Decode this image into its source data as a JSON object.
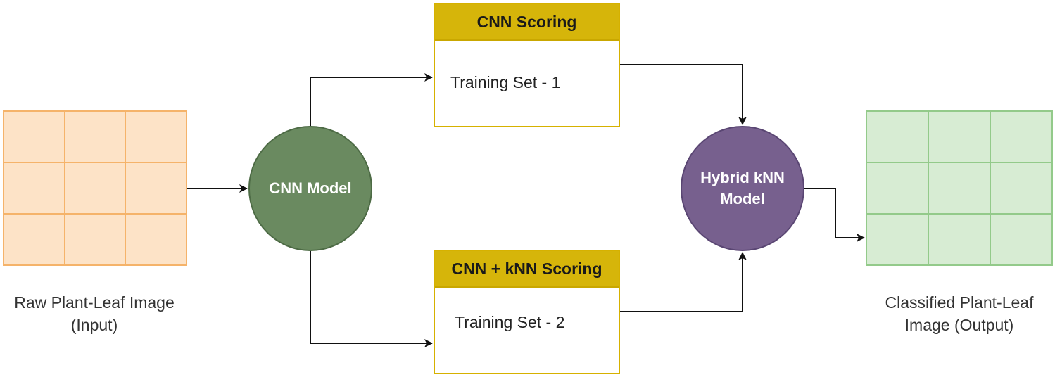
{
  "input": {
    "caption_line1": "Raw Plant-Leaf Image",
    "caption_line2": "(Input)",
    "color_fill": "#fde3c7",
    "color_border": "#f5b36a"
  },
  "cnn_model": {
    "label": "CNN Model",
    "color": "#6a8a60"
  },
  "scoring_top": {
    "header": "CNN Scoring",
    "body": "Training Set - 1"
  },
  "scoring_bottom": {
    "header": "CNN + kNN Scoring",
    "body": "Training Set - 2"
  },
  "hybrid_model": {
    "label_line1": "Hybrid kNN",
    "label_line2": "Model",
    "color": "#77608e"
  },
  "output": {
    "caption_line1": "Classified Plant-Leaf",
    "caption_line2": "Image (Output)",
    "color_fill": "#d7ecd3",
    "color_border": "#93ca8a"
  },
  "accent_color": "#d6b50a"
}
